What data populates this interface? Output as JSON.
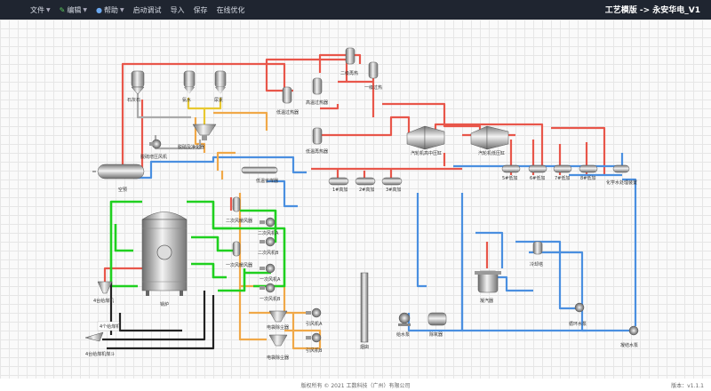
{
  "menu": {
    "file": "文件",
    "edit": "编辑",
    "help": "帮助",
    "debug": "启动调试",
    "import": "导入",
    "save": "保存",
    "online_optimize": "在线优化"
  },
  "title": "工艺模版 -> 永安华电_V1",
  "labels": {
    "limestone": "石灰石",
    "ammonia_water": "氨水",
    "urea": "尿素",
    "denitration": "脱硝及净化器",
    "desulf_fan": "脱硫增压风机",
    "air_preheater": "空预",
    "low_temp_eco": "低温省煤器",
    "low_temp_superheater": "低温过热器",
    "high_temp_superheater": "高温过热器",
    "low_temp_reheater": "低温再热器",
    "secondary_steam": "二级再热",
    "primary_steam": "一级过热",
    "turbine_hp": "汽轮机高中压缸",
    "turbine_lp": "汽轮机低压缸",
    "hp_heater1": "1#高加",
    "hp_heater2": "2#高加",
    "hp_heater3": "3#高加",
    "lp_heater5": "5#低加",
    "lp_heater6": "6#低加",
    "lp_heater7": "7#低加",
    "lp_heater8": "8#低加",
    "chem_water": "化学水处理装置",
    "secondary_fan_a": "二次风机A",
    "secondary_fan_b": "二次风机B",
    "primary_fan_a": "一次风机A",
    "primary_fan_b": "一次风机B",
    "secondary_heater": "二次风暖风器",
    "primary_heater": "一次风暖风器",
    "boiler": "锅炉",
    "coal_feeder": "4台给煤机",
    "coal_mill": "4个给煤机",
    "coal_bunker": "4台给煤机煤斗",
    "induced_fan_a": "引风机A",
    "induced_fan_b": "引风机B",
    "dust_a": "电袋除尘器",
    "dust_b": "电袋除尘器",
    "chimney": "烟囱",
    "feed_pump": "给水泵",
    "deaerator": "除氧器",
    "condenser": "凝汽器",
    "cooling_tower": "冷却塔",
    "circ_pump": "循环水泵",
    "condensate_pump": "凝结水泵"
  },
  "footer": {
    "copyright": "版权所有 © 2021 工数科技（广州）有限公司",
    "version": "版本：v1.1.1"
  },
  "colors": {
    "steam_red": "#e8564a",
    "water_blue": "#4a8fe0",
    "air_green": "#1fd01f",
    "coal_black": "#222222",
    "flue_orange": "#f0a848",
    "yellow": "#e8c830",
    "gray": "#aaaaaa"
  }
}
